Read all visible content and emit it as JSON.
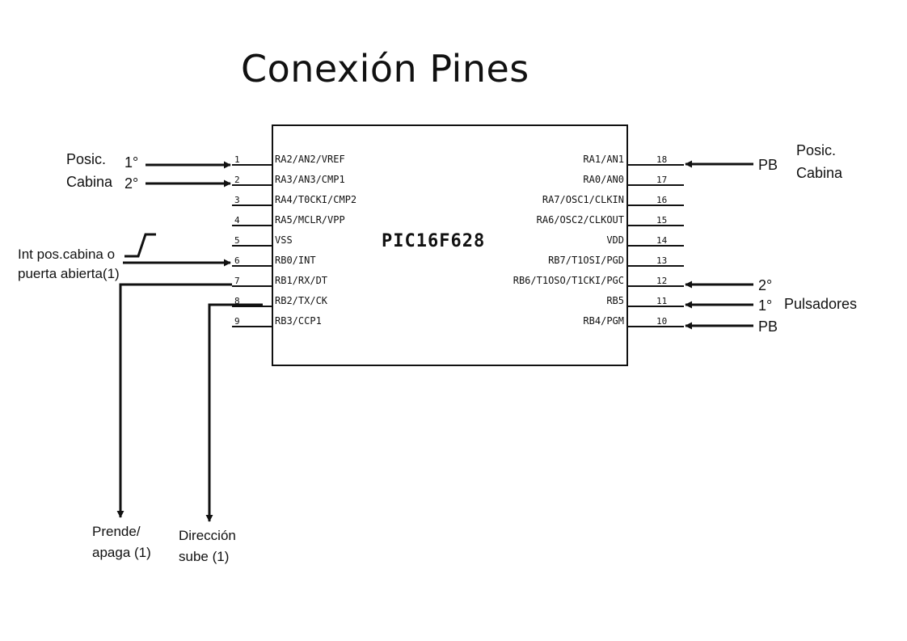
{
  "title": "Conexión Pines",
  "chip": {
    "name": "PIC16F628",
    "left_pins": [
      {
        "num": "1",
        "label": "RA2/AN2/VREF"
      },
      {
        "num": "2",
        "label": "RA3/AN3/CMP1"
      },
      {
        "num": "3",
        "label": "RA4/T0CKI/CMP2"
      },
      {
        "num": "4",
        "label": "RA5/MCLR/VPP"
      },
      {
        "num": "5",
        "label": "VSS"
      },
      {
        "num": "6",
        "label": "RB0/INT"
      },
      {
        "num": "7",
        "label": "RB1/RX/DT"
      },
      {
        "num": "8",
        "label": "RB2/TX/CK"
      },
      {
        "num": "9",
        "label": "RB3/CCP1"
      }
    ],
    "right_pins": [
      {
        "num": "18",
        "label": "RA1/AN1"
      },
      {
        "num": "17",
        "label": "RA0/AN0"
      },
      {
        "num": "16",
        "label": "RA7/OSC1/CLKIN"
      },
      {
        "num": "15",
        "label": "RA6/OSC2/CLKOUT"
      },
      {
        "num": "14",
        "label": "VDD"
      },
      {
        "num": "13",
        "label": "RB7/T1OSI/PGD"
      },
      {
        "num": "12",
        "label": "RB6/T1OSO/T1CKI/PGC"
      },
      {
        "num": "11",
        "label": "RB5"
      },
      {
        "num": "10",
        "label": "RB4/PGM"
      }
    ]
  },
  "annotations": {
    "left_posic": {
      "line1": "Posic.",
      "line2": "Cabina",
      "first": "1°",
      "second": "2°"
    },
    "interrupt": {
      "line1": "Int pos.cabina o",
      "line2": "puerta abierta(1)"
    },
    "prende": {
      "line1": "Prende/",
      "line2": "apaga (1)"
    },
    "direccion": {
      "line1": "Dirección",
      "line2": "sube (1)"
    },
    "right_posic": {
      "pb": "PB",
      "line1": "Posic.",
      "line2": "Cabina"
    },
    "pulsadores": {
      "label": "Pulsadores",
      "second": "2°",
      "first": "1°",
      "pb": "PB"
    }
  }
}
